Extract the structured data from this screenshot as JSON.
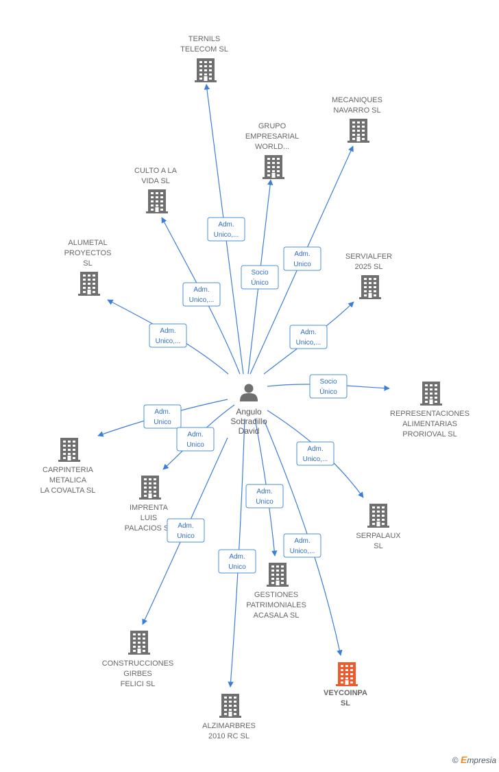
{
  "center": {
    "name_lines": [
      "Angulo",
      "Sobradillo",
      "David"
    ],
    "icon": "person-icon"
  },
  "colors": {
    "edge": "#3b7dd8",
    "building": "#6f6f6f",
    "building_focus": "#f0592a",
    "label_border": "#4a90d9"
  },
  "companies": [
    {
      "id": "ternils",
      "lines": [
        "TERNILS",
        "TELECOM  SL"
      ],
      "role": [
        "Adm.",
        "Unico,..."
      ]
    },
    {
      "id": "mecaniques",
      "lines": [
        "MECANIQUES",
        "NAVARRO SL"
      ],
      "role": [
        "Adm.",
        "Unico"
      ]
    },
    {
      "id": "grupo",
      "lines": [
        "GRUPO",
        "EMPRESARIAL",
        "WORLD..."
      ],
      "role": [
        "Socio",
        "Único"
      ]
    },
    {
      "id": "culto",
      "lines": [
        "CULTO A LA",
        "VIDA SL"
      ],
      "role": [
        "Adm.",
        "Unico,..."
      ]
    },
    {
      "id": "alumetal",
      "lines": [
        "ALUMETAL",
        "PROYECTOS",
        "SL"
      ],
      "role": [
        "Adm.",
        "Unico,..."
      ]
    },
    {
      "id": "servialfer",
      "lines": [
        "SERVIALFER",
        "2025  SL"
      ],
      "role": [
        "Adm.",
        "Unico,..."
      ]
    },
    {
      "id": "representaciones",
      "lines": [
        "REPRESENTACIONES",
        "ALIMENTARIAS",
        "PRORIOVAL  SL"
      ],
      "role": [
        "Socio",
        "Único"
      ]
    },
    {
      "id": "carpinteria",
      "lines": [
        "CARPINTERIA",
        "METALICA",
        "LA COVALTA SL"
      ],
      "role": [
        "Adm.",
        "Unico"
      ]
    },
    {
      "id": "imprenta",
      "lines": [
        "IMPRENTA",
        "LUIS",
        "PALACIOS SL"
      ],
      "role": [
        "Adm.",
        "Unico"
      ]
    },
    {
      "id": "serpalaux",
      "lines": [
        "SERPALAUX",
        "SL"
      ],
      "role": [
        "Adm.",
        "Unico,..."
      ]
    },
    {
      "id": "gestiones",
      "lines": [
        "GESTIONES",
        "PATRIMONIALES",
        "ACASALA  SL"
      ],
      "role": [
        "Adm.",
        "Unico"
      ]
    },
    {
      "id": "construcciones",
      "lines": [
        "CONSTRUCCIONES",
        "GIRBES",
        "FELICI  SL"
      ],
      "role": [
        "Adm.",
        "Unico"
      ]
    },
    {
      "id": "alzimarbres",
      "lines": [
        "ALZIMARBRES",
        "2010 RC  SL"
      ],
      "role": [
        "Adm.",
        "Unico"
      ]
    },
    {
      "id": "veycoinpa",
      "lines": [
        "VEYCOINPA",
        "SL"
      ],
      "role": [
        "Adm.",
        "Unico,..."
      ],
      "focus": true
    }
  ],
  "footer": {
    "copyright_symbol": "©",
    "brand_initial": "E",
    "brand_rest": "mpresia"
  }
}
